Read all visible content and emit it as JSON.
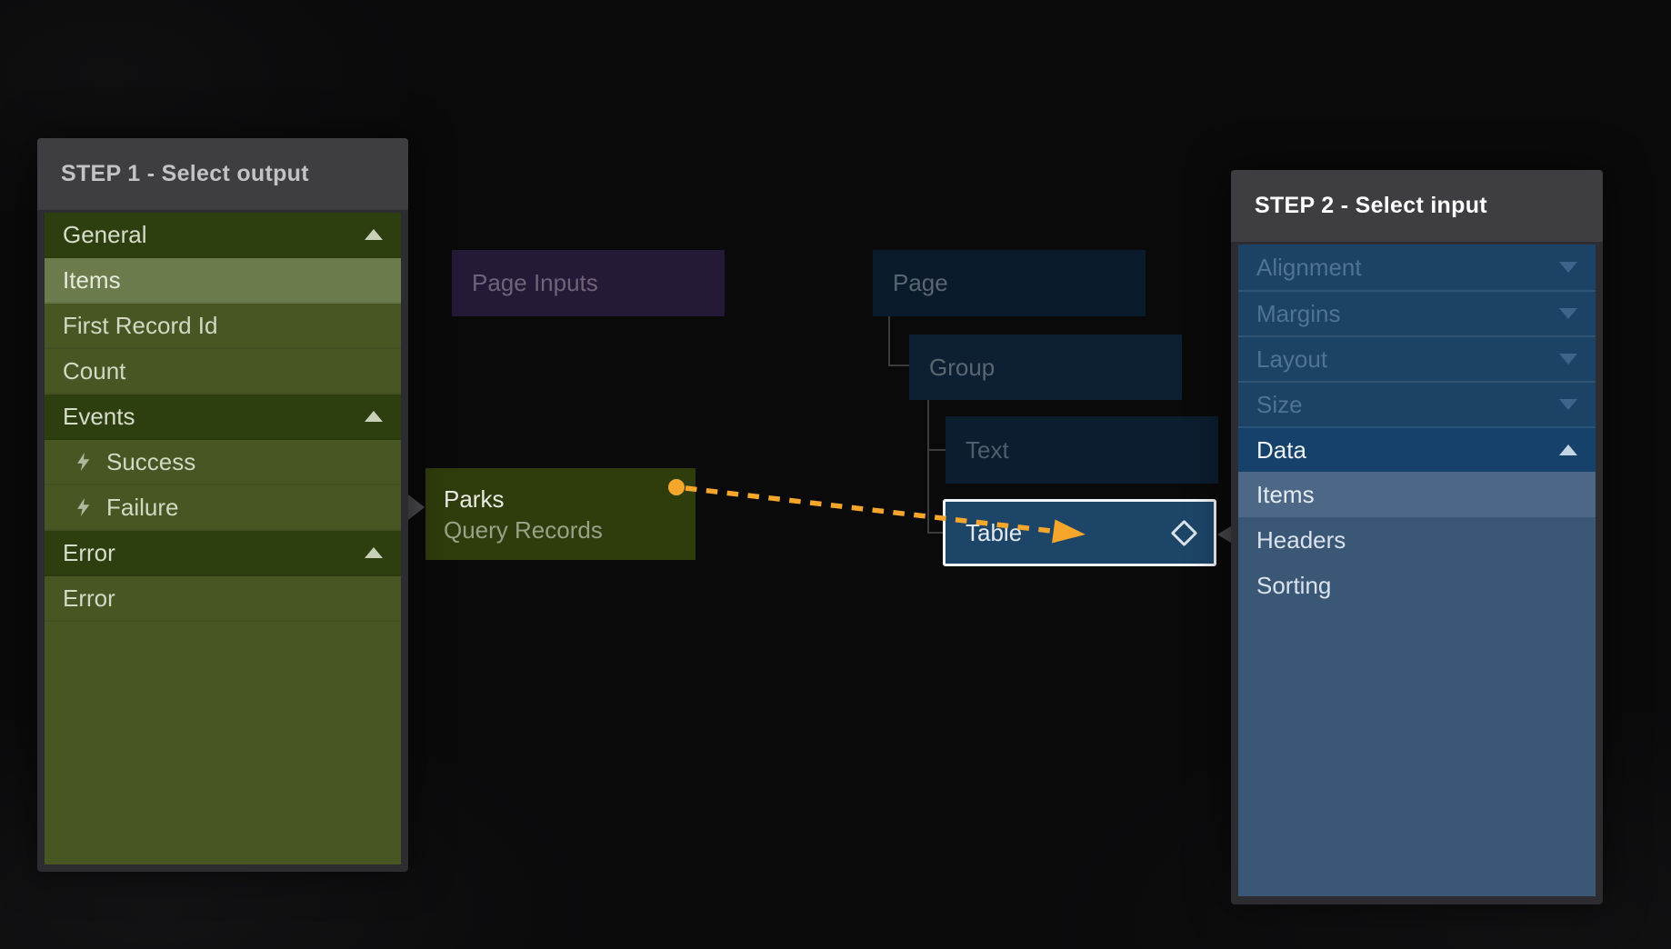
{
  "colors": {
    "accent_orange": "#F5A62B",
    "panel_frame": "#2C2C31",
    "panel_header_bg": "#3E3E42",
    "olive_section_bg": "#2E3F0F",
    "olive_row_bg": "#485623",
    "olive_selected_bg": "#6C7B4B",
    "blue_section_bg": "#1C4366",
    "blue_expanded_bg": "#16416A",
    "blue_selected_bg": "#4D6886",
    "blue_row_bg": "#3A5776",
    "table_node_border": "#F2F5F7"
  },
  "step1": {
    "title": "STEP 1 - Select output",
    "items": [
      {
        "label": "General",
        "type": "section-header",
        "collapse_icon": "chevron-up"
      },
      {
        "label": "Items",
        "type": "option",
        "state": "selected"
      },
      {
        "label": "First Record Id",
        "type": "option"
      },
      {
        "label": "Count",
        "type": "option"
      },
      {
        "label": "Events",
        "type": "section-header",
        "collapse_icon": "chevron-up"
      },
      {
        "label": "Success",
        "type": "option",
        "icon": "lightning-bolt-icon"
      },
      {
        "label": "Failure",
        "type": "option",
        "icon": "lightning-bolt-icon"
      },
      {
        "label": "Error",
        "type": "section-header",
        "collapse_icon": "chevron-up"
      },
      {
        "label": "Error",
        "type": "option"
      }
    ]
  },
  "step2": {
    "title": "STEP 2 - Select input",
    "items": [
      {
        "label": "Alignment",
        "type": "section-header",
        "state": "collapsed",
        "collapse_icon": "chevron-down"
      },
      {
        "label": "Margins",
        "type": "section-header",
        "state": "collapsed",
        "collapse_icon": "chevron-down"
      },
      {
        "label": "Layout",
        "type": "section-header",
        "state": "collapsed",
        "collapse_icon": "chevron-down"
      },
      {
        "label": "Size",
        "type": "section-header",
        "state": "collapsed",
        "collapse_icon": "chevron-down"
      },
      {
        "label": "Data",
        "type": "section-header",
        "state": "expanded",
        "collapse_icon": "chevron-up"
      },
      {
        "label": "Items",
        "type": "option",
        "state": "selected"
      },
      {
        "label": "Headers",
        "type": "option"
      },
      {
        "label": "Sorting",
        "type": "option"
      }
    ]
  },
  "canvas": {
    "nodes": {
      "page_inputs": {
        "label": "Page Inputs"
      },
      "page": {
        "label": "Page"
      },
      "group": {
        "label": "Group"
      },
      "text": {
        "label": "Text"
      },
      "table": {
        "label": "Table",
        "icon": "diamond-outline-icon"
      },
      "parks": {
        "title": "Parks",
        "subtitle": "Query Records"
      }
    },
    "connection": {
      "from": "Parks Query Records",
      "to": "Table",
      "style": "dashed",
      "color": "#F5A62B"
    }
  }
}
